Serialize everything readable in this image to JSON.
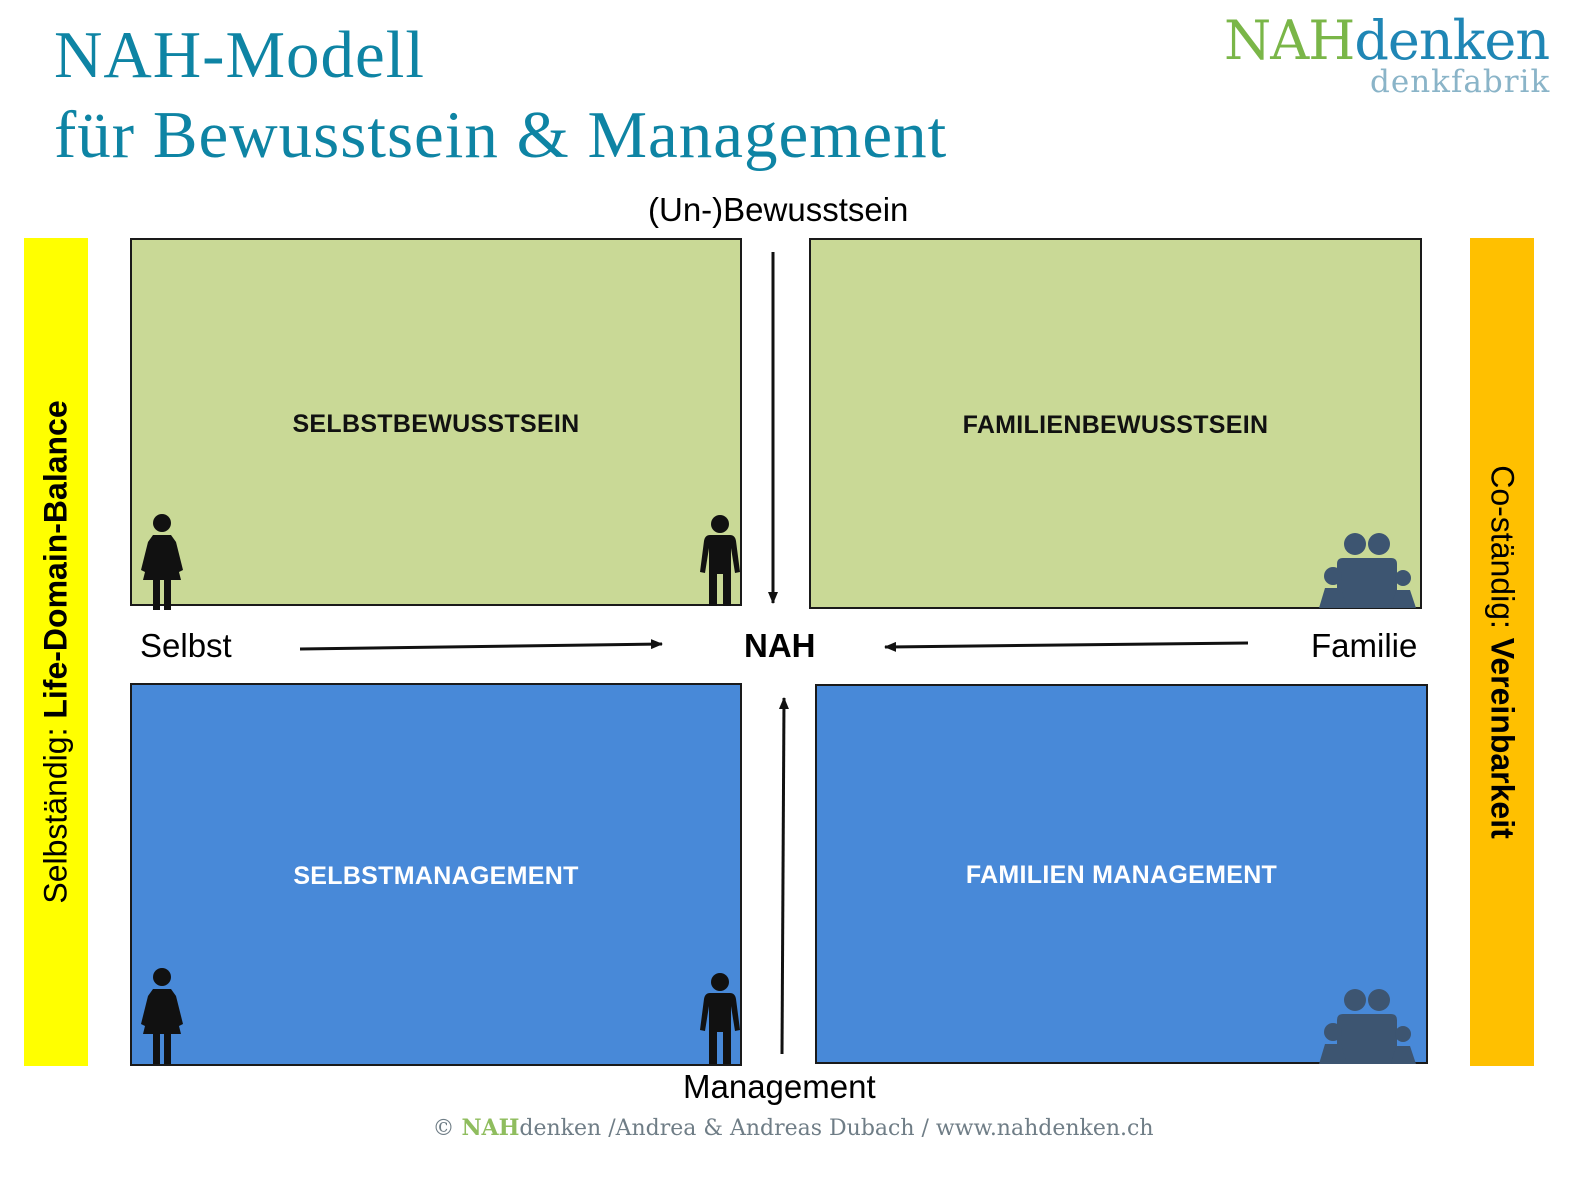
{
  "title": {
    "line1": "NAH-Modell",
    "line2": "für Bewusstsein & Management"
  },
  "logo": {
    "main_nah": "NAH",
    "main_denken": "denken",
    "sub": "denkfabrik"
  },
  "side_bars": {
    "left": {
      "prefix": "Selbständig: ",
      "emphasis": "Life-Domain-Balance",
      "color": "#ffff00"
    },
    "right": {
      "prefix": "Co-ständig: ",
      "emphasis": "Vereinbarkeit",
      "color": "#ffc000"
    }
  },
  "quadrants": {
    "top_left": {
      "label": "SELBSTBEWUSSTSEIN",
      "color": "#c9d996"
    },
    "top_right": {
      "label": "FAMILIENBEWUSSTSEIN",
      "color": "#c9d996"
    },
    "bottom_left": {
      "label": "SELBSTMANAGEMENT",
      "color": "#4889d8"
    },
    "bottom_right": {
      "label": "FAMILIEN MANAGEMENT",
      "color": "#4889d8"
    }
  },
  "axes": {
    "top": "(Un-)Bewusstsein",
    "bottom": "Management",
    "left": "Selbst",
    "right": "Familie",
    "center": "NAH"
  },
  "icons": {
    "woman": "woman-icon",
    "man": "man-icon",
    "family": "family-icon"
  },
  "footer": {
    "copyright": "© ",
    "nah": "NAH",
    "rest": "denken /Andrea & Andreas Dubach / www.nahdenken.ch"
  }
}
